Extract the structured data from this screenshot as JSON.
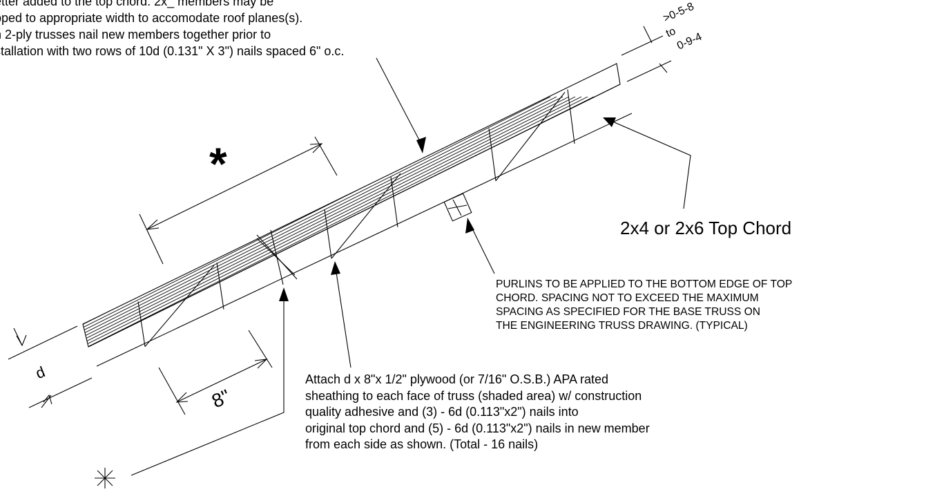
{
  "notes": {
    "top_lines": [
      "etter added to the top chord.  2x_ members may be",
      "pped to appropriate width to accomodate roof planes(s).",
      "n 2-ply trusses nail new members together prior to",
      "stallation with two rows of 10d (0.131\" X 3\") nails spaced 6\" o.c."
    ],
    "chord_label": "2x4 or 2x6 Top Chord",
    "purlin_note": [
      "PURLINS TO BE APPLIED TO THE BOTTOM EDGE OF TOP",
      "CHORD.  SPACING NOT TO EXCEED THE MAXIMUM",
      "SPACING AS SPECIFIED FOR THE BASE TRUSS ON",
      "THE ENGINEERING TRUSS  DRAWING. (TYPICAL)"
    ],
    "attach_note": [
      "Attach d x 8\"x 1/2\" plywood (or 7/16\" O.S.B.) APA rated",
      "sheathing to each face of truss (shaded area) w/ construction",
      "quality adhesive and (3) - 6d (0.113\"x2\") nails into",
      "original top chord and (5) - 6d (0.113\"x2\") nails in new member",
      "from each side as shown. (Total - 16 nails)"
    ]
  },
  "dimensions": {
    "top_min": ">0-5-8",
    "top_to": "to",
    "top_max": "0-9-4",
    "depth": "d",
    "length": "8\"",
    "star": "*"
  },
  "icons": {
    "nail_marker": "asterisk-nail-icon"
  }
}
